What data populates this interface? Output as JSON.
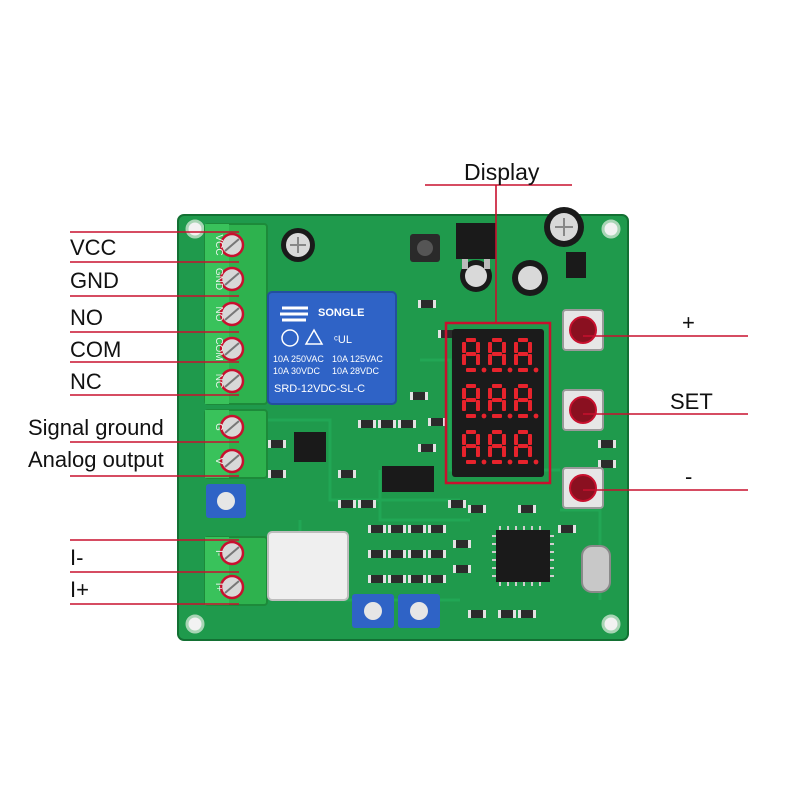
{
  "labels": {
    "display": "Display",
    "vcc": "VCC",
    "gnd": "GND",
    "no": "NO",
    "com": "COM",
    "nc": "NC",
    "signal_ground": "Signal ground",
    "analog_output": "Analog output",
    "i_minus": "I-",
    "i_plus": "I+",
    "plus": "+",
    "set": "SET",
    "minus": "-"
  },
  "board": {
    "terminal_marks": [
      "VCC",
      "GND",
      "NO",
      "COM",
      "NC",
      "G",
      "V",
      "I-",
      "I+"
    ],
    "relay": {
      "brand": "SONGLE",
      "ratings_left": [
        "10A 250VAC",
        "10A  30VDC"
      ],
      "ratings_right": [
        "10A 125VAC",
        "10A  28VDC"
      ],
      "model": "SRD-12VDC-SL-C"
    },
    "display_digits": [
      "8.8.8",
      "8.8.8",
      "8.8.8"
    ]
  },
  "colors": {
    "pcb": "#1f9a4c",
    "pcb_dark": "#167a3a",
    "leader_line": "#c8102e",
    "terminal_block": "#2eb24e",
    "relay_blue": "#2f63c6",
    "display_body": "#1b1b1b",
    "segment": "#e8232c",
    "button_red": "#c8102e"
  }
}
